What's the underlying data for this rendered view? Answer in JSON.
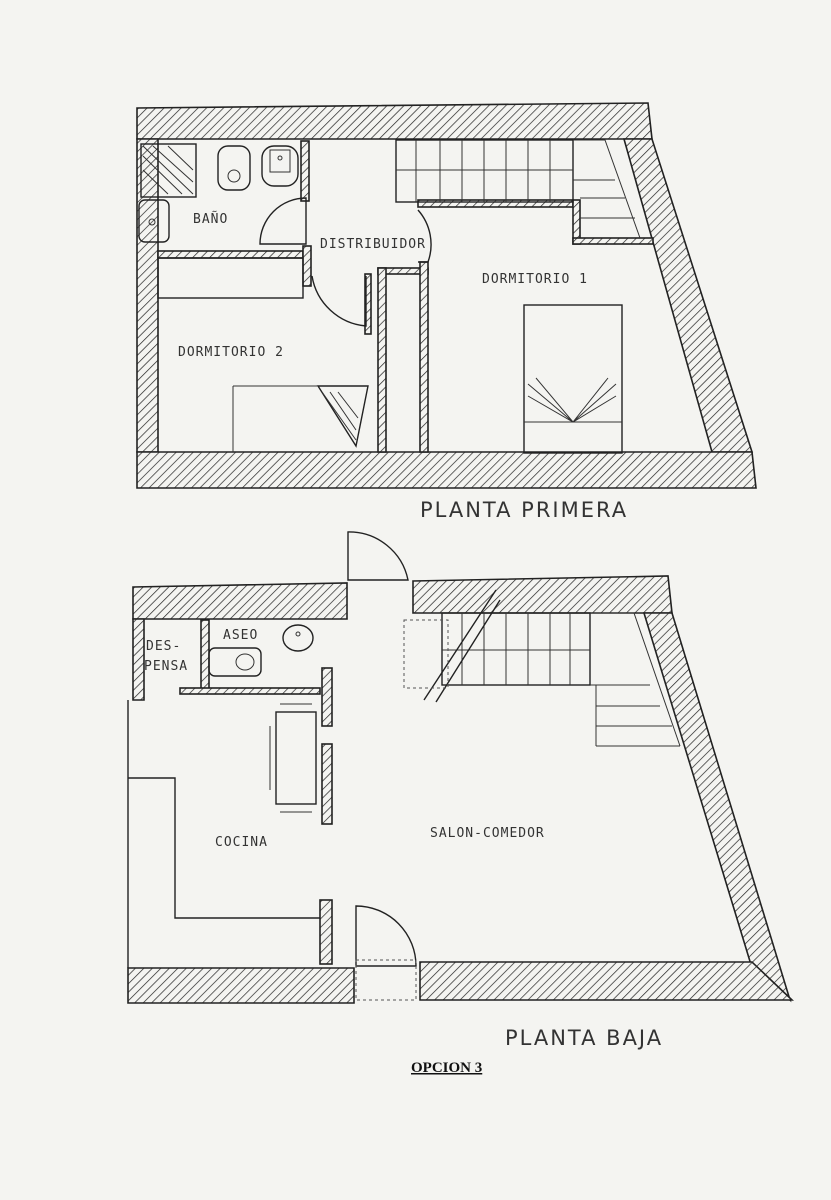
{
  "upper_floor": {
    "title": "PLANTA PRIMERA",
    "rooms": {
      "bath": "BAÑO",
      "hall": "DISTRIBUIDOR",
      "bedroom1": "DORMITORIO 1",
      "bedroom2": "DORMITORIO 2"
    }
  },
  "ground_floor": {
    "title": "PLANTA BAJA",
    "rooms": {
      "pantry_line1": "DES-",
      "pantry_line2": "PENSA",
      "toilet": "ASEO",
      "kitchen": "COCINA",
      "living": "SALON-COMEDOR"
    }
  },
  "caption": "OPCION 3"
}
